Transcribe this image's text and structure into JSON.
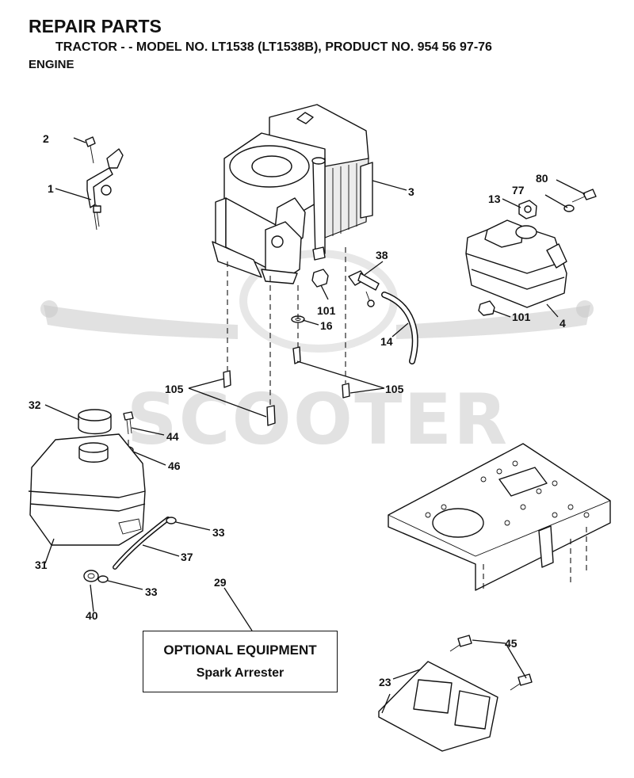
{
  "header": {
    "title": "REPAIR PARTS",
    "subtitle": "TRACTOR - - MODEL NO. LT1538 (LT1538B), PRODUCT NO. 954 56 97-76",
    "section": "ENGINE"
  },
  "watermark": {
    "text": "SCOOTER",
    "script": "zip"
  },
  "optional": {
    "title": "OPTIONAL EQUIPMENT",
    "subtitle": "Spark Arrester"
  },
  "labels": {
    "l2": "2",
    "l1": "1",
    "l3": "3",
    "l80": "80",
    "l77": "77",
    "l13": "13",
    "l38": "38",
    "l101a": "101",
    "l101b": "101",
    "l4": "4",
    "l16": "16",
    "l14": "14",
    "l105a": "105",
    "l105b": "105",
    "l32": "32",
    "l44": "44",
    "l46": "46",
    "l33a": "33",
    "l33b": "33",
    "l31": "31",
    "l37": "37",
    "l40": "40",
    "l29": "29",
    "l45": "45",
    "l23": "23"
  },
  "icons": {
    "engine": "engine-icon",
    "muffler": "muffler-icon",
    "fuel_tank": "fuel-tank-icon",
    "frame": "frame-icon",
    "spark_arrester": "spark-arrester-icon"
  }
}
